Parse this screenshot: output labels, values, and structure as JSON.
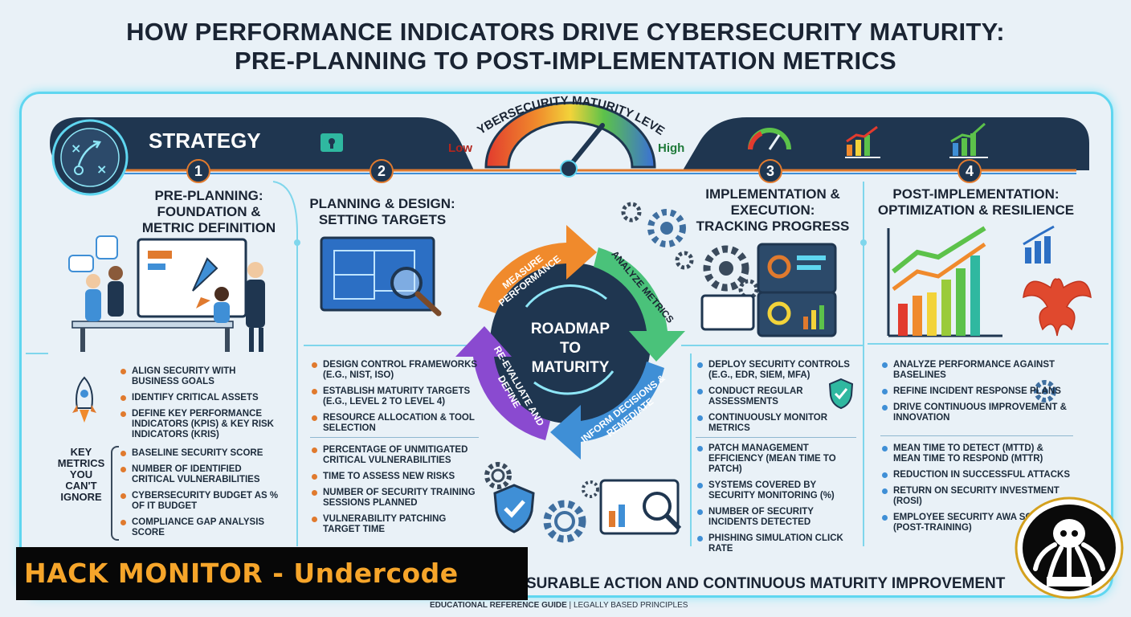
{
  "title": {
    "line1": "HOW PERFORMANCE INDICATORS DRIVE CYBERSECURITY MATURITY:",
    "line2": "PRE-PLANNING TO POST-IMPLEMENTATION METRICS"
  },
  "strategy_label": "STRATEGY",
  "gauge": {
    "title": "CYBERSECURITY MATURITY LEVEL",
    "low": "Low",
    "high": "High"
  },
  "cycle": {
    "center": "ROADMAP TO MATURITY",
    "center_line1": "ROADMAP",
    "center_line2": "TO",
    "center_line3": "MATURITY",
    "steps": [
      "MEASURE PERFORMANCE",
      "ANALYZE METRICS",
      "INFORM DECISIONS & REMEDIATE",
      "RE-EVALUATE AND DEFINE"
    ]
  },
  "phases": [
    {
      "number": "1",
      "title_line1": "PRE-PLANNING:",
      "title_line2": "FOUNDATION &",
      "title_line3": "METRIC DEFINITION",
      "actions": [
        "ALIGN SECURITY WITH BUSINESS GOALS",
        "IDENTIFY CRITICAL ASSETS",
        "DEFINE KEY PERFORMANCE INDICATORS (KPIs) & KEY RISK INDICATORS (KRIs)"
      ],
      "metrics": [
        "BASELINE SECURITY SCORE",
        "NUMBER OF IDENTIFIED CRITICAL VULNERABILITIES",
        "CYBERSECURITY BUDGET AS % OF IT BUDGET",
        "COMPLIANCE GAP ANALYSIS SCORE"
      ]
    },
    {
      "number": "2",
      "title_line1": "PLANNING & DESIGN:",
      "title_line2": "SETTING TARGETS",
      "actions": [
        "DESIGN CONTROL FRAMEWORKS (e.g., NIST, ISO)",
        "ESTABLISH MATURITY TARGETS (e.g., LEVEL 2 TO LEVEL 4)",
        "RESOURCE ALLOCATION & TOOL SELECTION"
      ],
      "metrics": [
        "PERCENTAGE OF UNMITIGATED CRITICAL VULNERABILITIES",
        "TIME TO ASSESS NEW RISKS",
        "NUMBER OF SECURITY TRAINING SESSIONS PLANNED",
        "VULNERABILITY PATCHING TARGET TIME"
      ]
    },
    {
      "number": "3",
      "title_line1": "IMPLEMENTATION &",
      "title_line2": "EXECUTION:",
      "title_line3": "TRACKING PROGRESS",
      "actions": [
        "DEPLOY SECURITY CONTROLS (e.g., EDR, SIEM, MFA)",
        "CONDUCT REGULAR ASSESSMENTS",
        "CONTINUOUSLY MONITOR METRICS"
      ],
      "metrics": [
        "PATCH MANAGEMENT EFFICIENCY (MEAN TIME TO PATCH)",
        "SYSTEMS COVERED BY SECURITY MONITORING (%)",
        "NUMBER OF SECURITY INCIDENTS DETECTED",
        "PHISHING SIMULATION CLICK RATE"
      ]
    },
    {
      "number": "4",
      "title_line1": "POST-IMPLEMENTATION:",
      "title_line2": "OPTIMIZATION & RESILIENCE",
      "actions": [
        "ANALYZE PERFORMANCE AGAINST BASELINES",
        "REFINE INCIDENT RESPONSE PLANS",
        "DRIVE CONTINUOUS IMPROVEMENT & INNOVATION"
      ],
      "metrics": [
        "MEAN TIME TO DETECT (MTTD) & MEAN TIME TO RESPOND (MTTR)",
        "REDUCTION IN SUCCESSFUL ATTACKS",
        "RETURN ON SECURITY INVESTMENT (ROSI)",
        "EMPLOYEE SECURITY AWA SCORE (POST-TRAINING)"
      ]
    }
  ],
  "key_metrics_label": "KEY METRICS YOU CAN'T IGNORE",
  "banner": "HACK MONITOR - Undercode",
  "bottom_text": "SURABLE ACTION AND CONTINUOUS MATURITY IMPROVEMENT",
  "footer": {
    "left": "EDUCATIONAL REFERENCE GUIDE",
    "separator": "|",
    "right": "LEGALLY BASED PRINCIPLES"
  },
  "colors": {
    "accent_orange": "#e07a2e",
    "frame_cyan": "#5fd6f0",
    "band_navy": "#1f3650",
    "banner_text": "#f6a52a"
  }
}
